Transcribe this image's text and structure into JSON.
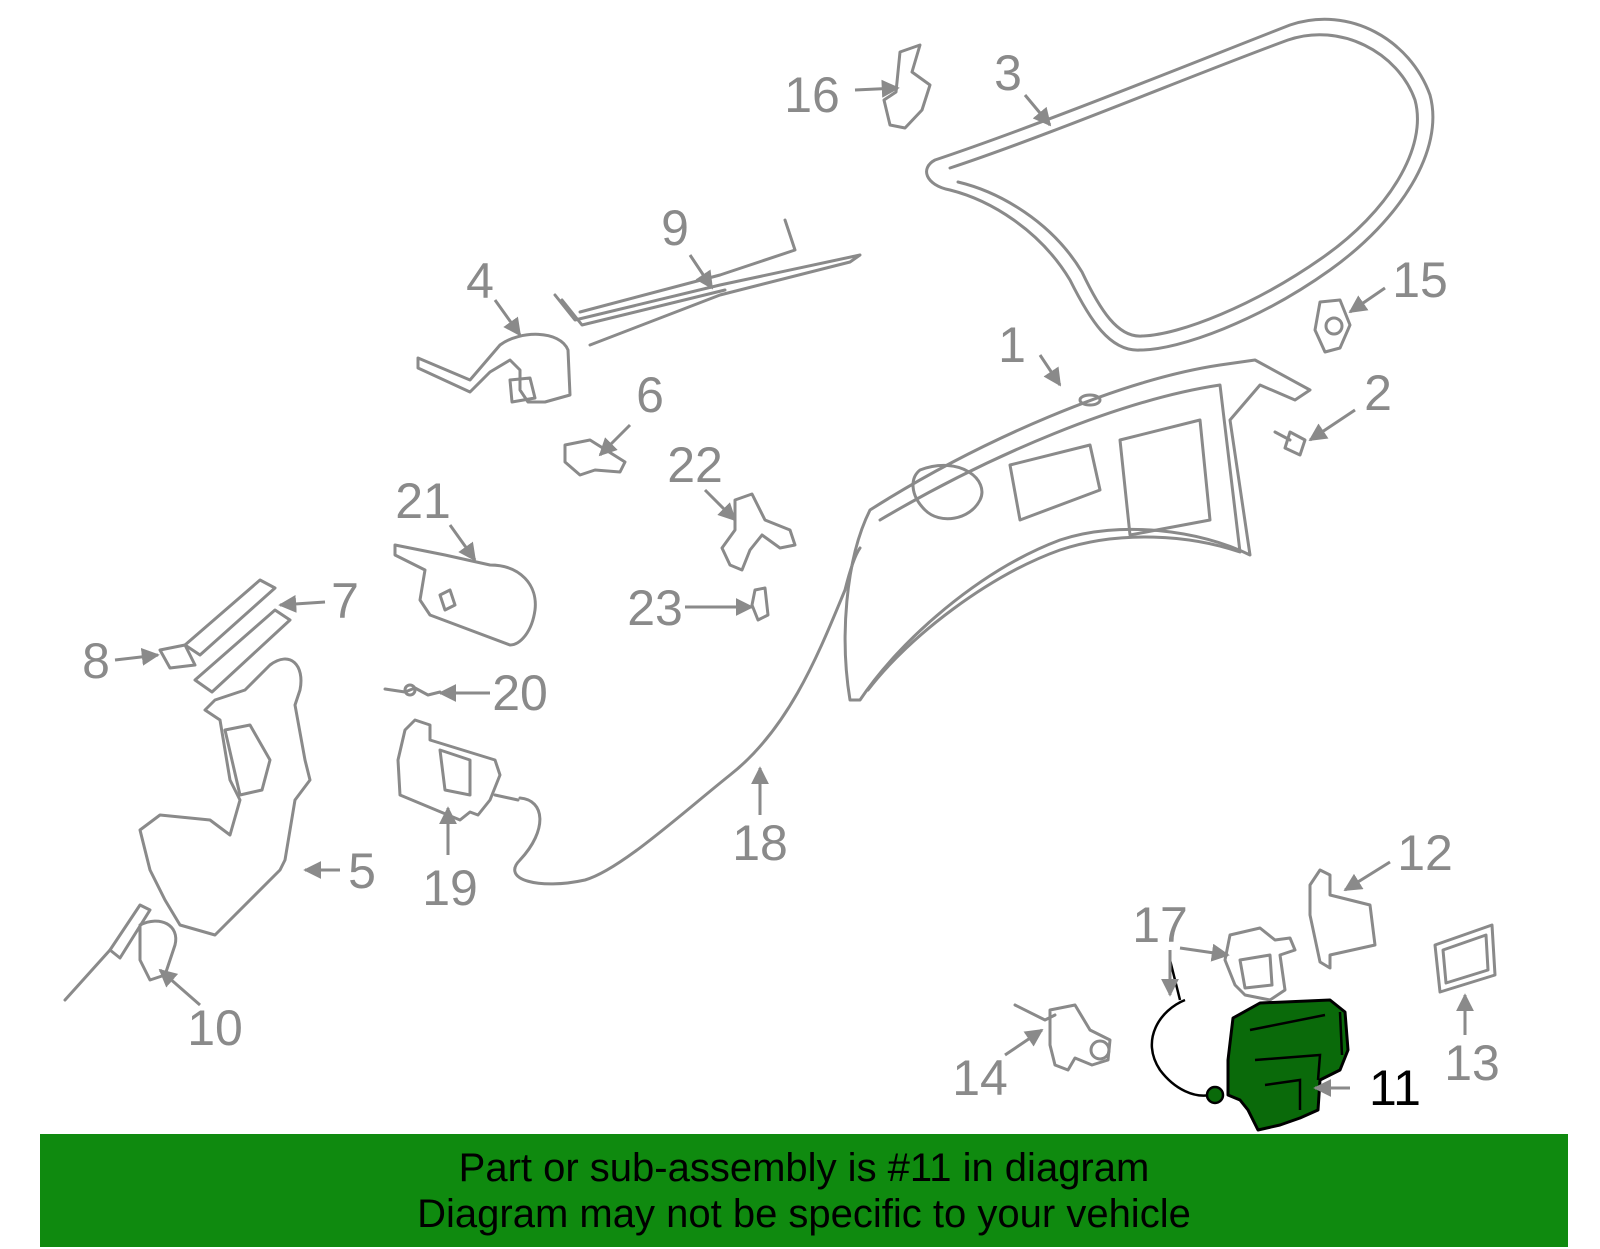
{
  "callouts": [
    "1",
    "2",
    "3",
    "4",
    "5",
    "6",
    "7",
    "8",
    "9",
    "10",
    "11",
    "12",
    "13",
    "14",
    "15",
    "16",
    "17",
    "18",
    "19",
    "20",
    "21",
    "22",
    "23"
  ],
  "highlighted_part": "11",
  "highlight_color": "#0f8a0f",
  "banner": {
    "line1": "Part or sub-assembly is #11 in diagram",
    "line2": "Diagram may not be specific to your vehicle"
  }
}
